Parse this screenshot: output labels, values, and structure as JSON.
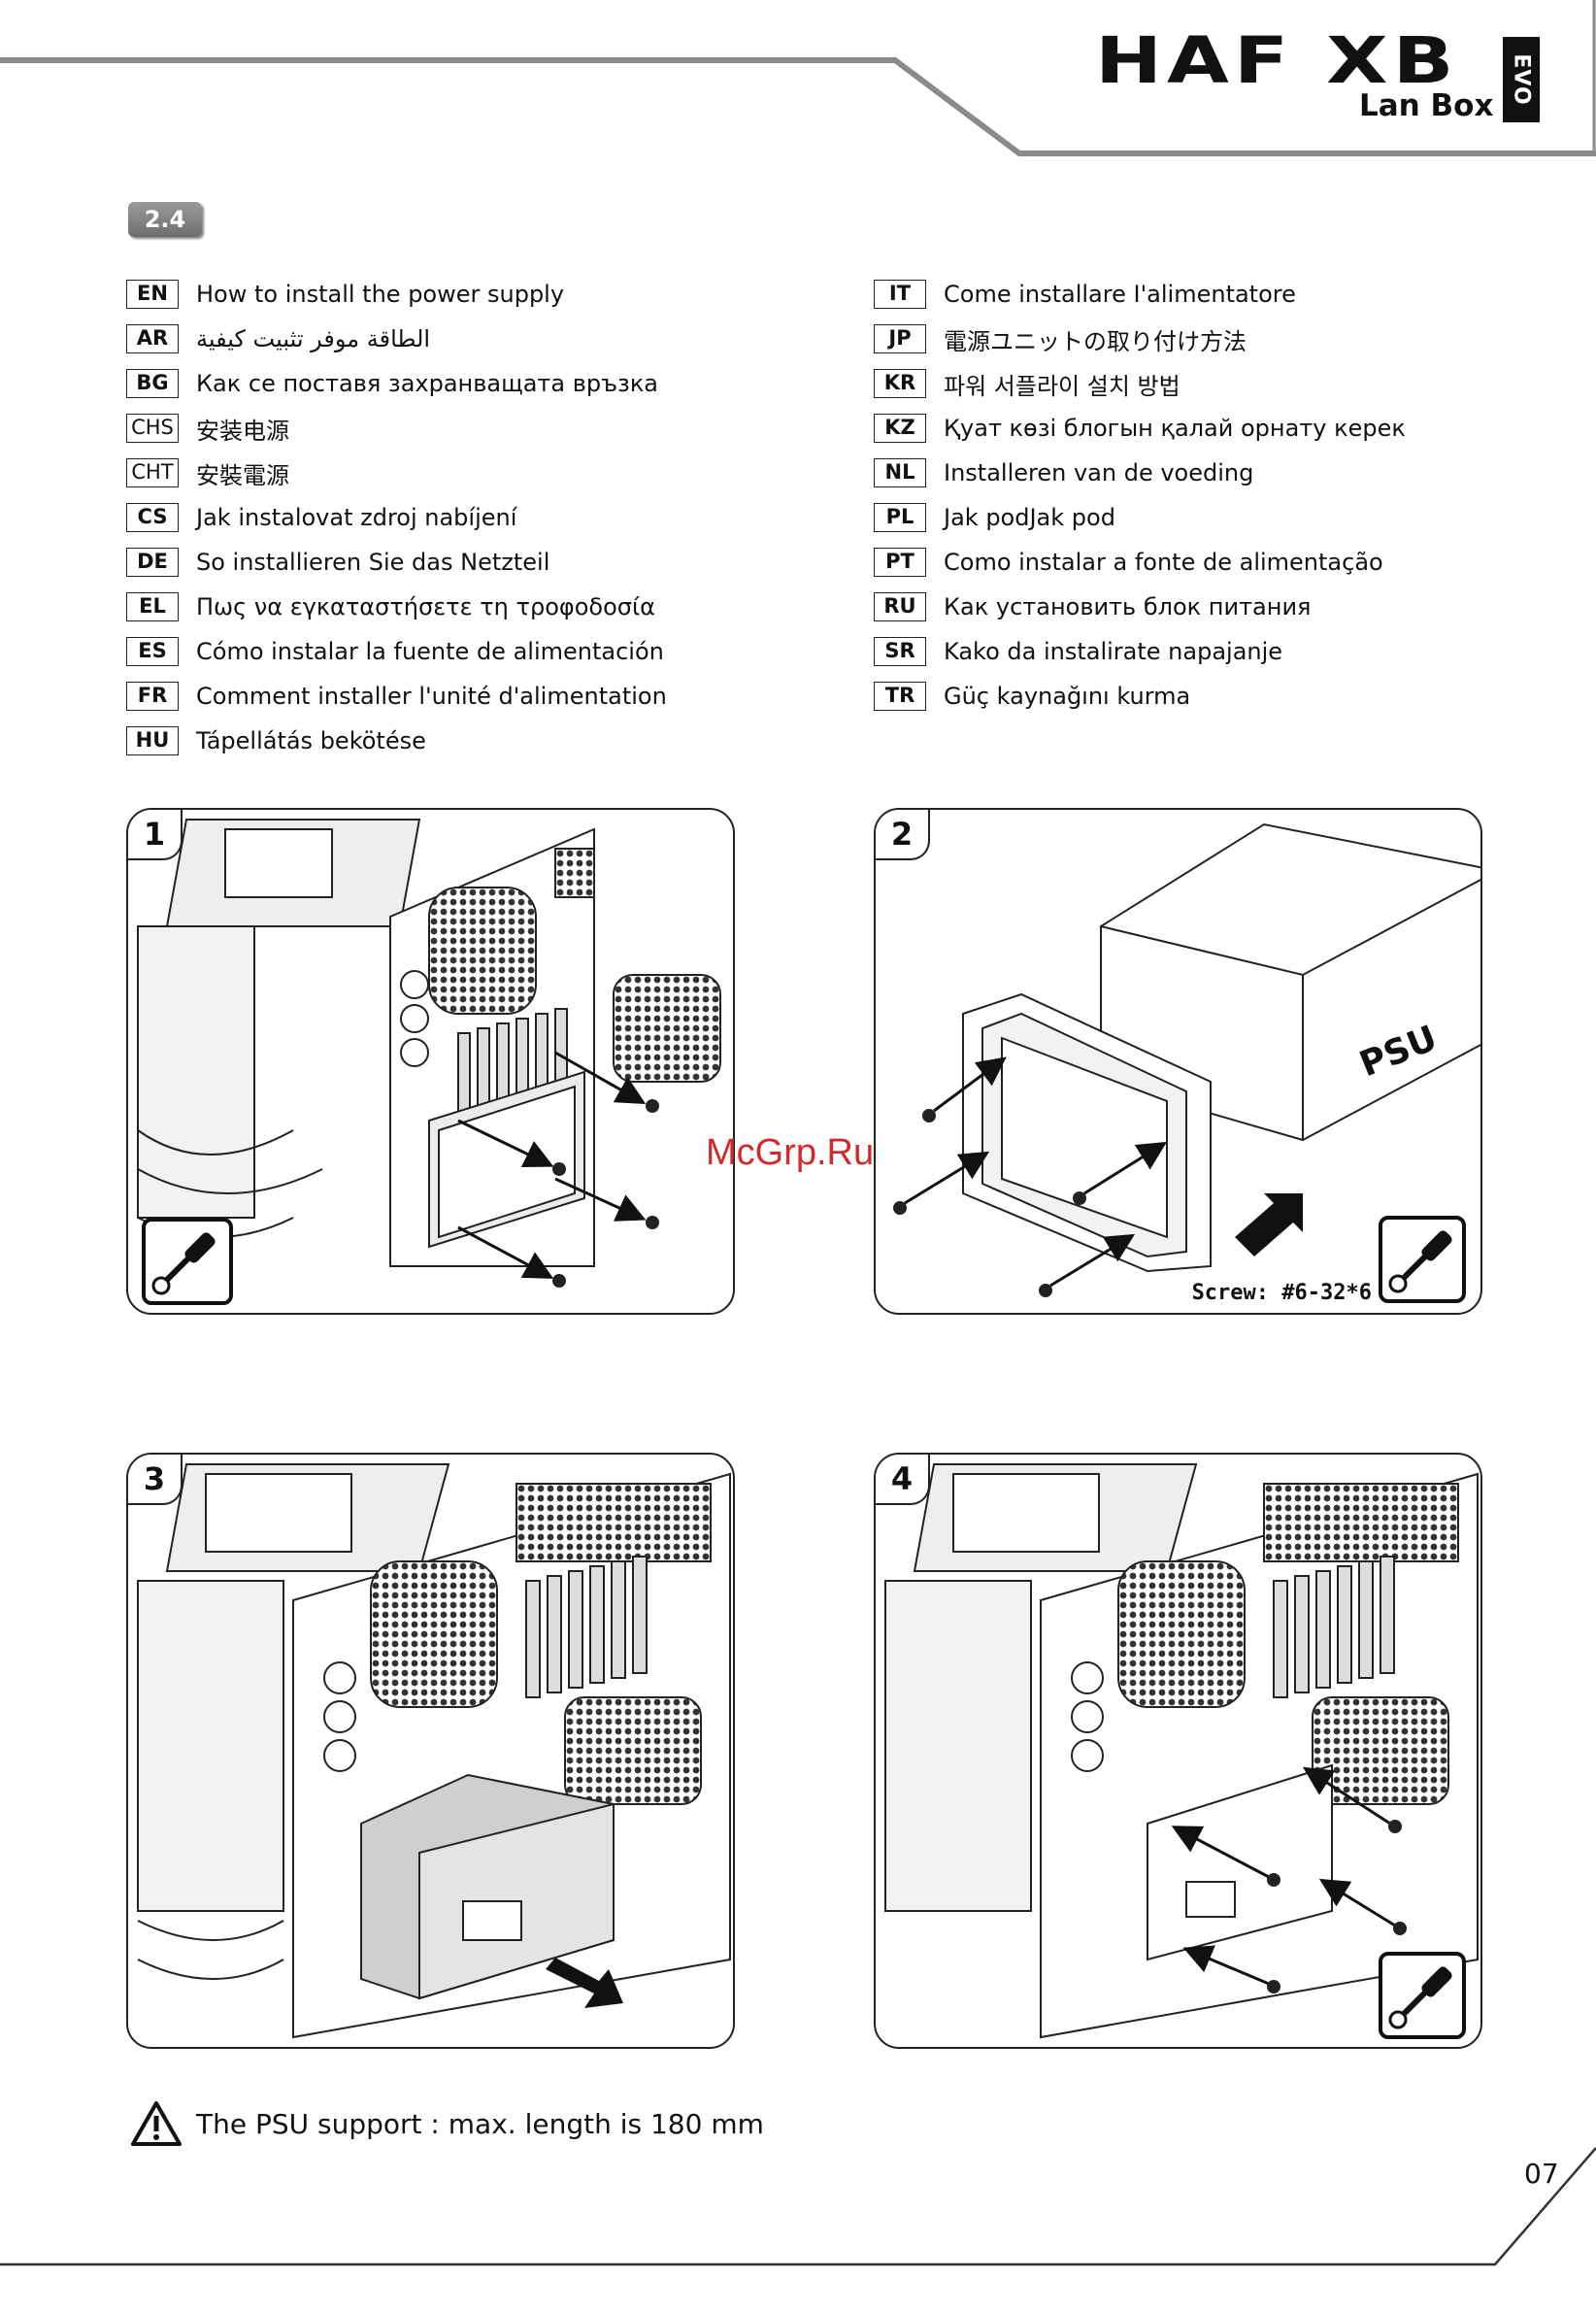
{
  "brand": {
    "main": "HAF XB",
    "sub": "Lan Box",
    "edition": "EVO"
  },
  "section": "2.4",
  "languages_left": [
    {
      "code": "EN",
      "text": "How to install the power supply"
    },
    {
      "code": "AR",
      "text": "الطاقة موفر تثبيت كيفية"
    },
    {
      "code": "BG",
      "text": "Как се поставя захранващата връзка"
    },
    {
      "code": "CHS",
      "text": "安装电源"
    },
    {
      "code": "CHT",
      "text": "安裝電源"
    },
    {
      "code": "CS",
      "text": "Jak instalovat zdroj nabíjení"
    },
    {
      "code": "DE",
      "text": "So installieren Sie das Netzteil"
    },
    {
      "code": "EL",
      "text": "Πως να εγκαταστήσετε τη τροφοδοσία"
    },
    {
      "code": "ES",
      "text": "Cómo instalar la fuente de alimentación"
    },
    {
      "code": "FR",
      "text": "Comment installer l'unité d'alimentation"
    },
    {
      "code": "HU",
      "text": "Tápellátás bekötése"
    }
  ],
  "languages_right": [
    {
      "code": "IT",
      "text": "Come installare I'alimentatore"
    },
    {
      "code": "JP",
      "text": "電源ユニットの取り付け方法"
    },
    {
      "code": "KR",
      "text": "파워 서플라이 설치 방법"
    },
    {
      "code": "KZ",
      "text": "Қуат көзі блогын қалай орнату керек"
    },
    {
      "code": "NL",
      "text": "Installeren van de voeding"
    },
    {
      "code": "PL",
      "text": "Jak podJak pod"
    },
    {
      "code": "PT",
      "text": "Como instalar a fonte de alimentação"
    },
    {
      "code": "RU",
      "text": "Как установить блок питания"
    },
    {
      "code": "SR",
      "text": "Kako da instalirate napajanje"
    },
    {
      "code": "TR",
      "text": "Güç kaynağını kurma"
    }
  ],
  "steps": [
    {
      "number": "1"
    },
    {
      "number": "2",
      "psu_label": "PSU",
      "screw_note": "Screw: #6-32*6"
    },
    {
      "number": "3"
    },
    {
      "number": "4"
    }
  ],
  "watermark": "McGrp.Ru",
  "footnote": "The PSU support : max. length is 180 mm",
  "page_number": "07"
}
